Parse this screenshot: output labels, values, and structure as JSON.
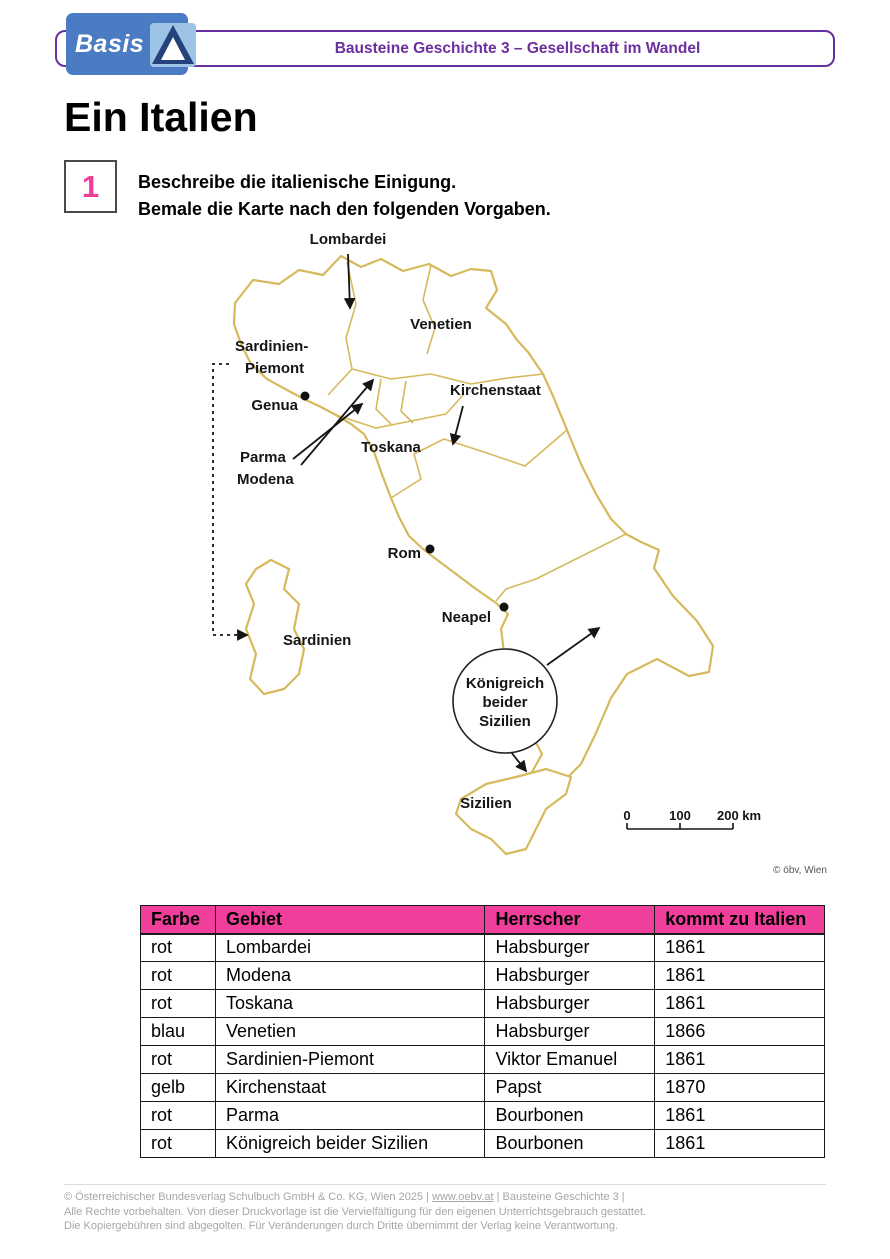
{
  "header": {
    "logo_text": "Basis",
    "banner_title": "Bausteine Geschichte 3 – Gesellschaft im Wandel"
  },
  "page_title": "Ein Italien",
  "task": {
    "number": "1",
    "instruction_line1": "Beschreibe die italienische Einigung.",
    "instruction_line2": "Bemale die Karte nach den folgenden Vorgaben."
  },
  "map": {
    "labels": {
      "lombardei": "Lombardei",
      "venetien": "Venetien",
      "sardinien_piemont_line1": "Sardinien-",
      "sardinien_piemont_line2": "Piemont",
      "genua": "Genua",
      "kirchenstaat": "Kirchenstaat",
      "parma": "Parma",
      "modena": "Modena",
      "toskana": "Toskana",
      "rom": "Rom",
      "neapel": "Neapel",
      "sardinien": "Sardinien",
      "sizilien": "Sizilien",
      "kingdom_line1": "Königreich",
      "kingdom_line2": "beider",
      "kingdom_line3": "Sizilien"
    },
    "scale": {
      "tick0": "0",
      "tick100": "100",
      "tick200": "200 km"
    },
    "credit": "© öbv, Wien"
  },
  "table": {
    "headers": [
      "Farbe",
      "Gebiet",
      "Herrscher",
      "kommt zu Italien"
    ],
    "rows": [
      [
        "rot",
        "Lombardei",
        "Habsburger",
        "1861"
      ],
      [
        "rot",
        "Modena",
        "Habsburger",
        "1861"
      ],
      [
        "rot",
        "Toskana",
        "Habsburger",
        "1861"
      ],
      [
        "blau",
        "Venetien",
        "Habsburger",
        "1866"
      ],
      [
        "rot",
        "Sardinien-Piemont",
        "Viktor Emanuel",
        "1861"
      ],
      [
        "gelb",
        "Kirchenstaat",
        "Papst",
        "1870"
      ],
      [
        "rot",
        "Parma",
        "Bourbonen",
        "1861"
      ],
      [
        "rot",
        "Königreich beider Sizilien",
        "Bourbonen",
        "1861"
      ]
    ]
  },
  "footer": {
    "line1_prefix": "© Österreichischer Bundesverlag Schulbuch GmbH & Co. KG, Wien 2025 | ",
    "link": "www.oebv.at",
    "line1_suffix": " | Bausteine Geschichte 3 |",
    "line2": "Alle Rechte vorbehalten. Von dieser Druckvorlage ist die Vervielfältigung für den eigenen Unterrichtsgebrauch gestattet.",
    "line3": "Die Kopiergebühren sind abgegolten. Für Veränderungen durch Dritte übernimmt der Verlag keine Verantwortung."
  },
  "colors": {
    "accent_pink": "#f03e9b",
    "banner_purple": "#6a2f9e",
    "map_outline": "#d6b95c",
    "logo_blue": "#4b7cc3"
  }
}
